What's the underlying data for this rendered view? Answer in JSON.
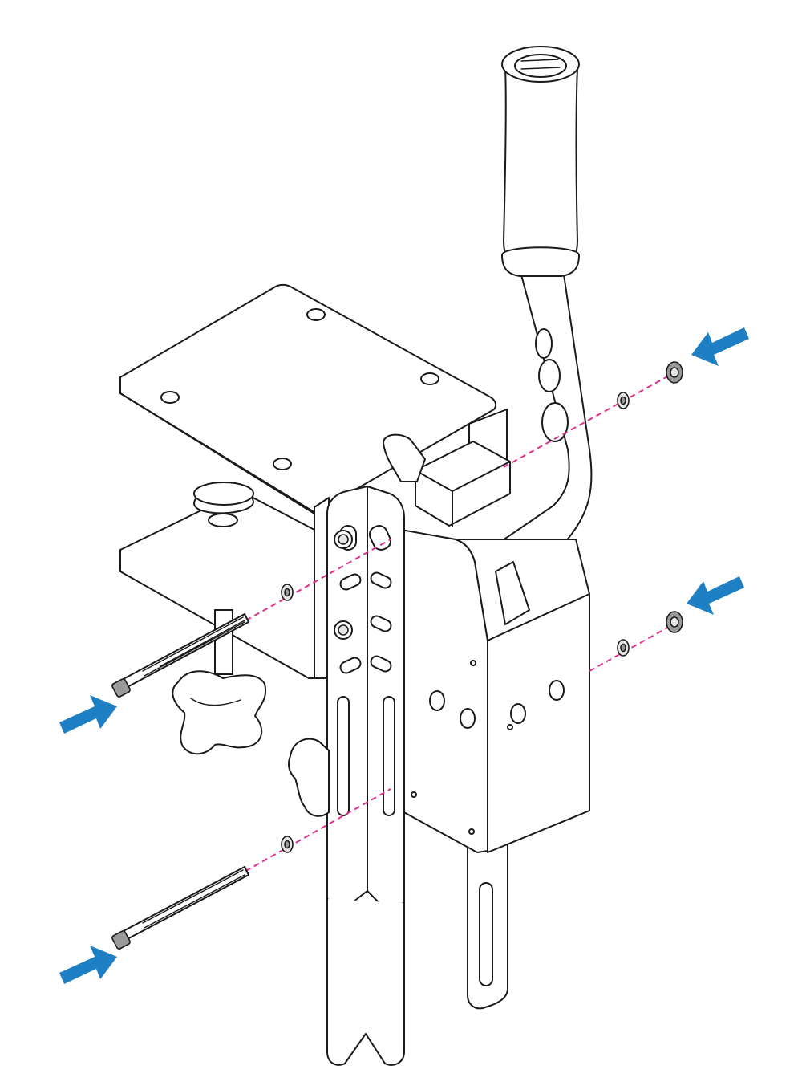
{
  "diagram": {
    "kind": "exploded-assembly-illustration",
    "colors": {
      "line": "#1a1a1a",
      "fill": "#ffffff",
      "arrow": "#1f7fc4",
      "guide": "#e0308c",
      "hardware": "#9a9a9a"
    },
    "parts": [
      "handle-grip",
      "lever-arm",
      "top-mounting-plate",
      "table-clamp",
      "clamp-knob",
      "front-bracket",
      "rear-bracket",
      "pivot-housing",
      "long-bolt",
      "washer",
      "flange-nut"
    ],
    "arrows": [
      {
        "id": "arrow-left-upper",
        "direction": "right"
      },
      {
        "id": "arrow-left-lower",
        "direction": "right"
      },
      {
        "id": "arrow-right-upper",
        "direction": "left"
      },
      {
        "id": "arrow-right-lower",
        "direction": "left"
      }
    ]
  }
}
